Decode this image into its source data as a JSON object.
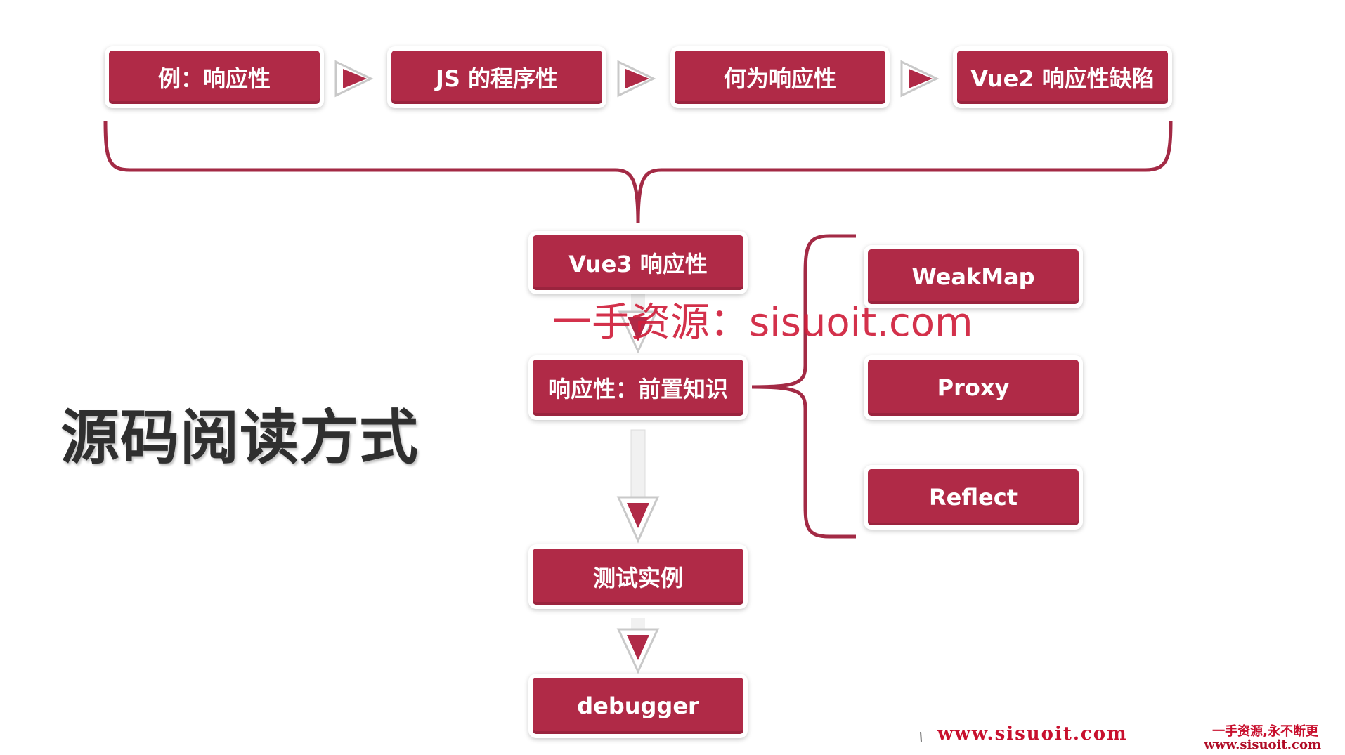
{
  "top_row": [
    {
      "label": "例：响应性"
    },
    {
      "label": "JS 的程序性"
    },
    {
      "label": "何为响应性"
    },
    {
      "label": "Vue2 响应性缺陷"
    }
  ],
  "center_column": [
    {
      "label": "Vue3 响应性"
    },
    {
      "label": "响应性：前置知识"
    },
    {
      "label": "测试实例"
    },
    {
      "label": "debugger"
    }
  ],
  "right_column": [
    {
      "label": "WeakMap"
    },
    {
      "label": "Proxy"
    },
    {
      "label": "Reflect"
    }
  ],
  "title": "源码阅读方式",
  "watermark_overlay": "一手资源：sisuoit.com",
  "footer": {
    "url": "www.sisuoit.com",
    "corner_line1": "一手资源,永不断更",
    "corner_line2": "www.sisuoit.com"
  },
  "colors": {
    "box_fill": "#b02a47",
    "connector": "#a32a45",
    "title_text": "#2f2f2f",
    "watermark": "#d0203c"
  }
}
